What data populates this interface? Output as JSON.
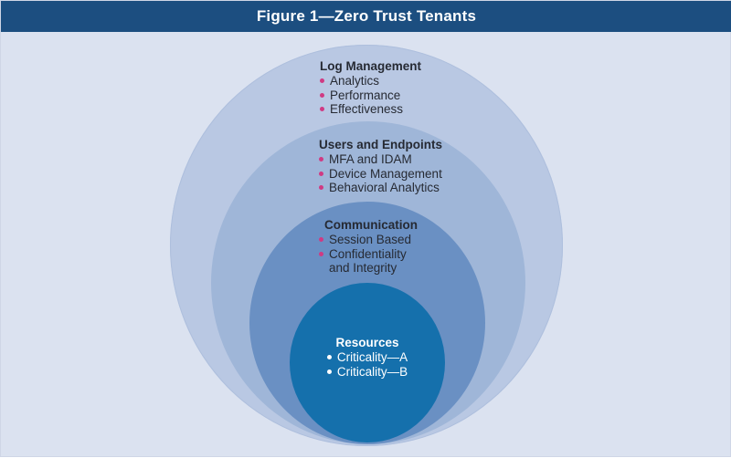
{
  "figure": {
    "title": "Figure 1—Zero Trust Tenants"
  },
  "layers": {
    "log_management": {
      "heading": "Log Management",
      "items": [
        "Analytics",
        "Performance",
        "Effectiveness"
      ]
    },
    "users_endpoints": {
      "heading": "Users and Endpoints",
      "items": [
        "MFA and IDAM",
        "Device Management",
        "Behavioral Analytics"
      ]
    },
    "communication": {
      "heading": "Communication",
      "items": [
        "Session Based",
        "Confidentiality\nand Integrity"
      ]
    },
    "resources": {
      "heading": "Resources",
      "items": [
        "Criticality—A",
        "Criticality—B"
      ]
    }
  },
  "colors": {
    "title_bar": "#1c4e80",
    "background": "#dbe2f0",
    "ring_outer": "#b9c8e3",
    "ring_second": "#9fb6d8",
    "ring_third": "#6a90c3",
    "ring_core": "#1570ac",
    "bullet_accent": "#d03a83"
  }
}
